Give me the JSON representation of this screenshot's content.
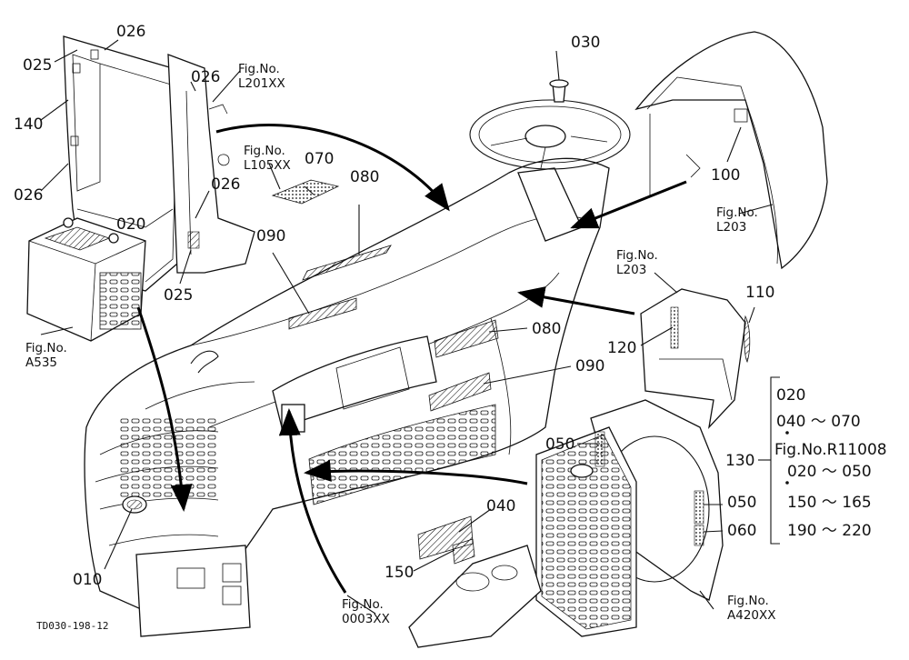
{
  "drawing_code": "TD030-198-12",
  "callouts": [
    {
      "id": "c1",
      "label": "026"
    },
    {
      "id": "c2",
      "label": "025"
    },
    {
      "id": "c3",
      "label": "026"
    },
    {
      "id": "c4",
      "label": "140"
    },
    {
      "id": "c5",
      "label": "026"
    },
    {
      "id": "c6",
      "label": "026"
    },
    {
      "id": "c7",
      "label": "025"
    },
    {
      "id": "c8",
      "label": "020"
    },
    {
      "id": "c9",
      "label": "070"
    },
    {
      "id": "c10",
      "label": "080"
    },
    {
      "id": "c11",
      "label": "090"
    },
    {
      "id": "c12",
      "label": "030"
    },
    {
      "id": "c13",
      "label": "100"
    },
    {
      "id": "c14",
      "label": "110"
    },
    {
      "id": "c15",
      "label": "120"
    },
    {
      "id": "c16",
      "label": "080"
    },
    {
      "id": "c17",
      "label": "090"
    },
    {
      "id": "c18",
      "label": "050"
    },
    {
      "id": "c19",
      "label": "050"
    },
    {
      "id": "c20",
      "label": "060"
    },
    {
      "id": "c21",
      "label": "040"
    },
    {
      "id": "c22",
      "label": "150"
    },
    {
      "id": "c23",
      "label": "010"
    }
  ],
  "figure_refs": [
    {
      "id": "r1",
      "line1": "Fig.No.",
      "line2": "L201XX"
    },
    {
      "id": "r2",
      "line1": "Fig.No.",
      "line2": "L105XX"
    },
    {
      "id": "r3",
      "line1": "Fig.No.",
      "line2": "A535"
    },
    {
      "id": "r4",
      "line1": "Fig.No.",
      "line2": "L203"
    },
    {
      "id": "r5",
      "line1": "Fig.No.",
      "line2": "L203"
    },
    {
      "id": "r6",
      "line1": "Fig.No.",
      "line2": "0003XX"
    },
    {
      "id": "r7",
      "line1": "Fig.No.",
      "line2": "A420XX"
    }
  ],
  "kit": {
    "label": "130",
    "lines": [
      "020",
      "040 ～ 070",
      "Fig.No.R11008",
      "020 ～ 050",
      "150 ～ 165",
      "190 ～ 220"
    ]
  }
}
